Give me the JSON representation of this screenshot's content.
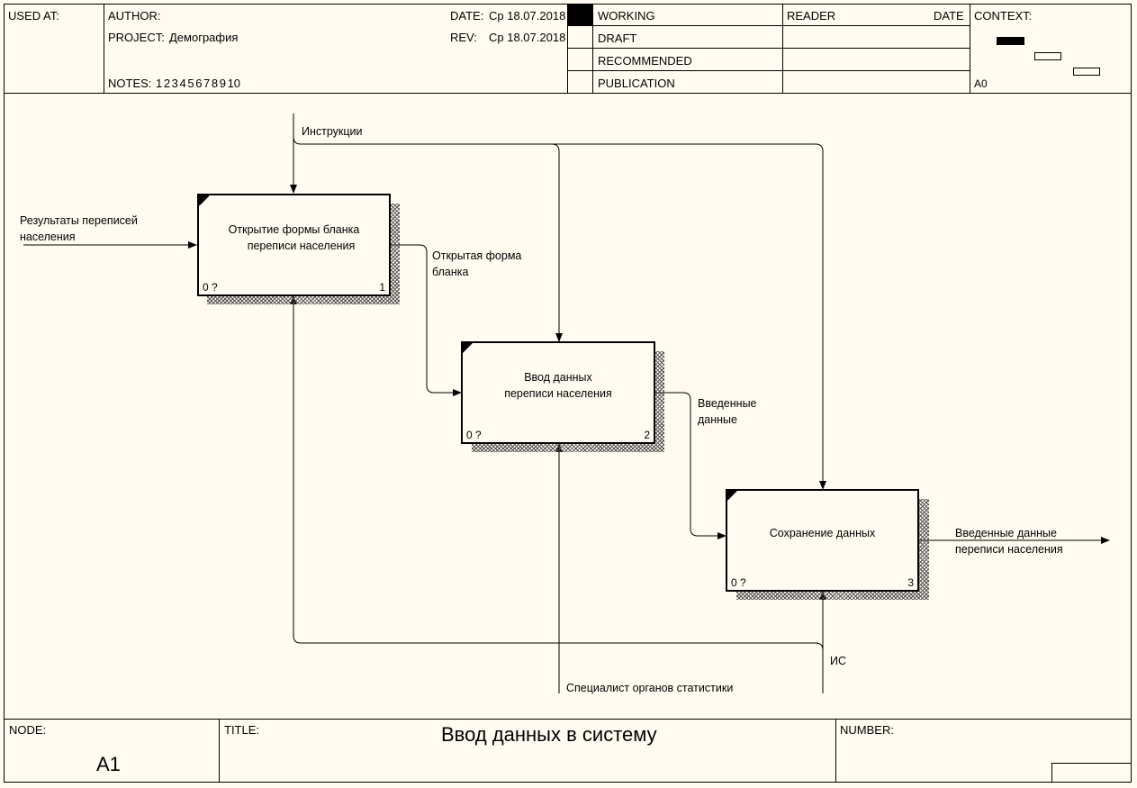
{
  "header": {
    "used_at_label": "USED AT:",
    "author_label": "AUTHOR:",
    "project_label": "PROJECT:",
    "project_value": "Демография",
    "notes_label": "NOTES:",
    "notes_value": "1  2  3  4  5  6  7  8  9  10",
    "date_label": "DATE:",
    "date_value": "Ср 18.07.2018",
    "rev_label": "REV:",
    "rev_value": "Ср 18.07.2018",
    "status": [
      "WORKING",
      "DRAFT",
      "RECOMMENDED",
      "PUBLICATION"
    ],
    "reader_label": "READER",
    "reader_date_label": "DATE",
    "context_label": "CONTEXT:",
    "context_node": "A0"
  },
  "boxes": [
    {
      "label_line1": "Открытие формы бланка",
      "label_line2": "переписи населения",
      "cost": "0 ?",
      "number": "1"
    },
    {
      "label_line1": "Ввод данных",
      "label_line2": "переписи населения",
      "cost": "0 ?",
      "number": "2"
    },
    {
      "label_line1": "Сохранение данных",
      "label_line2": "",
      "cost": "0 ?",
      "number": "3"
    }
  ],
  "arrows": {
    "control": "Инструкции",
    "input_line1": "Результаты переписей",
    "input_line2": "населения",
    "out1_line1": "Открытая форма",
    "out1_line2": "бланка",
    "out2_line1": "Введенные",
    "out2_line2": "данные",
    "out3_line1": "Введенные данные",
    "out3_line2": "переписи населения",
    "mech1": "Специалист органов статистики",
    "mech2": "ИС"
  },
  "footer": {
    "node_label": "NODE:",
    "node_value": "A1",
    "title_label": "TITLE:",
    "title_value": "Ввод данных в систему",
    "number_label": "NUMBER:"
  }
}
